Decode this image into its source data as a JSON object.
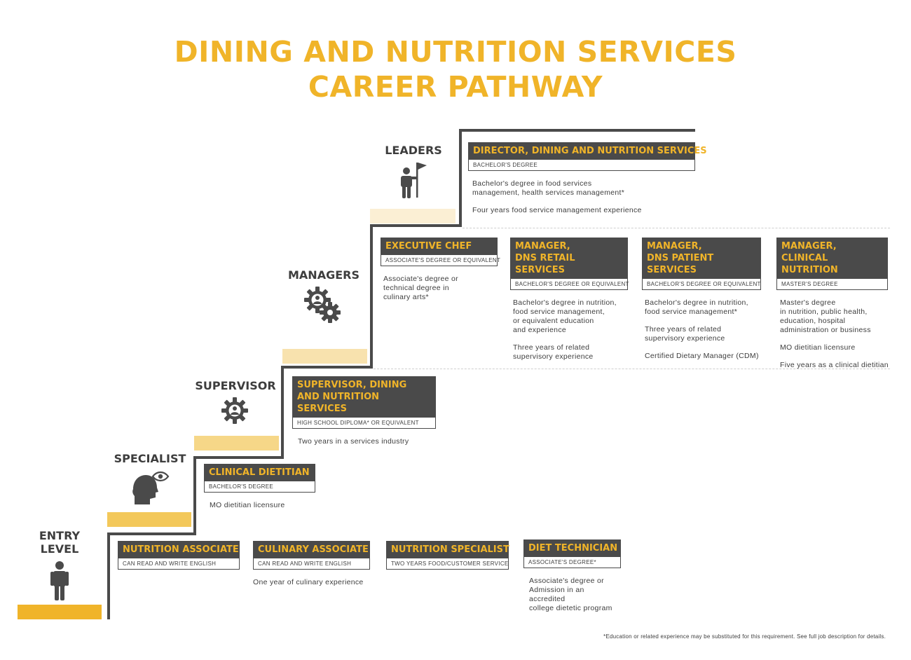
{
  "title": {
    "line1": "DINING AND NUTRITION SERVICES",
    "line2": "CAREER PATHWAY"
  },
  "tiers": {
    "entry": "ENTRY\nLEVEL",
    "specialist": "SPECIALIST",
    "supervisor": "SUPERVISOR",
    "managers": "MANAGERS",
    "leaders": "LEADERS"
  },
  "icons": {
    "entry": "person-icon",
    "specialist": "head-eye-icon",
    "supervisor": "gear-person-icon",
    "managers": "double-gear-icon",
    "leaders": "person-flag-icon"
  },
  "colors": {
    "accent": "#f0b429",
    "dark": "#4a4a4a",
    "bar_entry": "#f0b429",
    "bar_specialist": "#f3c85a",
    "bar_supervisor": "#f6d788",
    "bar_managers": "#f8e2ae",
    "bar_leaders": "#fbefd4"
  },
  "jobs": {
    "nutrition_associate": {
      "title": "NUTRITION ASSOCIATE",
      "req": "CAN READ AND WRITE ENGLISH",
      "desc": []
    },
    "culinary_associate": {
      "title": "CULINARY ASSOCIATE",
      "req": "CAN READ AND WRITE ENGLISH",
      "desc": [
        "One year of culinary experience"
      ]
    },
    "nutrition_specialist": {
      "title": "NUTRITION SPECIALIST",
      "req": "TWO YEARS FOOD/CUSTOMER SERVICE",
      "desc": []
    },
    "diet_technician": {
      "title": "DIET TECHNICIAN",
      "req": "ASSOCIATE'S DEGREE*",
      "desc": [
        "Associate's degree or\nAdmission in an accredited\ncollege dietetic program"
      ]
    },
    "clinical_dietitian": {
      "title": "CLINICAL DIETITIAN",
      "req": "BACHELOR'S DEGREE",
      "desc": [
        "MO dietitian licensure"
      ]
    },
    "supervisor_dns": {
      "title": "SUPERVISOR, DINING\nAND NUTRITION SERVICES",
      "req": "HIGH SCHOOL DIPLOMA* OR EQUIVALENT",
      "desc": [
        "Two years in a services industry"
      ]
    },
    "executive_chef": {
      "title": "EXECUTIVE CHEF",
      "req": "ASSOCIATE'S DEGREE OR EQUIVALENT",
      "desc": [
        "Associate's degree or\ntechnical degree in\nculinary arts*"
      ]
    },
    "manager_retail": {
      "title": "MANAGER,\nDNS RETAIL SERVICES",
      "req": "BACHELOR'S DEGREE OR EQUIVALENT",
      "desc": [
        "Bachelor's degree in nutrition,\nfood service management,\nor equivalent education\nand experience",
        "Three years of related\nsupervisory experience"
      ]
    },
    "manager_patient": {
      "title": "MANAGER,\nDNS PATIENT SERVICES",
      "req": "BACHELOR'S DEGREE OR EQUIVALENT",
      "desc": [
        "Bachelor's degree in nutrition,\nfood service management*",
        "Three years of related\nsupervisory experience",
        "Certified Dietary Manager (CDM)"
      ]
    },
    "manager_clinical": {
      "title": "MANAGER,\nCLINICAL NUTRITION",
      "req": "MASTER'S DEGREE",
      "desc": [
        "Master's degree\nin nutrition, public health,\neducation, hospital\nadministration or business",
        "MO dietitian licensure",
        "Five years as a clinical dietitian"
      ]
    },
    "director": {
      "title": "DIRECTOR, DINING AND NUTRITION SERVICES",
      "req": "BACHELOR'S DEGREE",
      "desc": [
        "Bachelor's degree in food services\nmanagement, health services management*",
        "Four years food service management experience"
      ]
    }
  },
  "footnote": "*Education or related experience may be substituted for this requirement. See full job description for details."
}
